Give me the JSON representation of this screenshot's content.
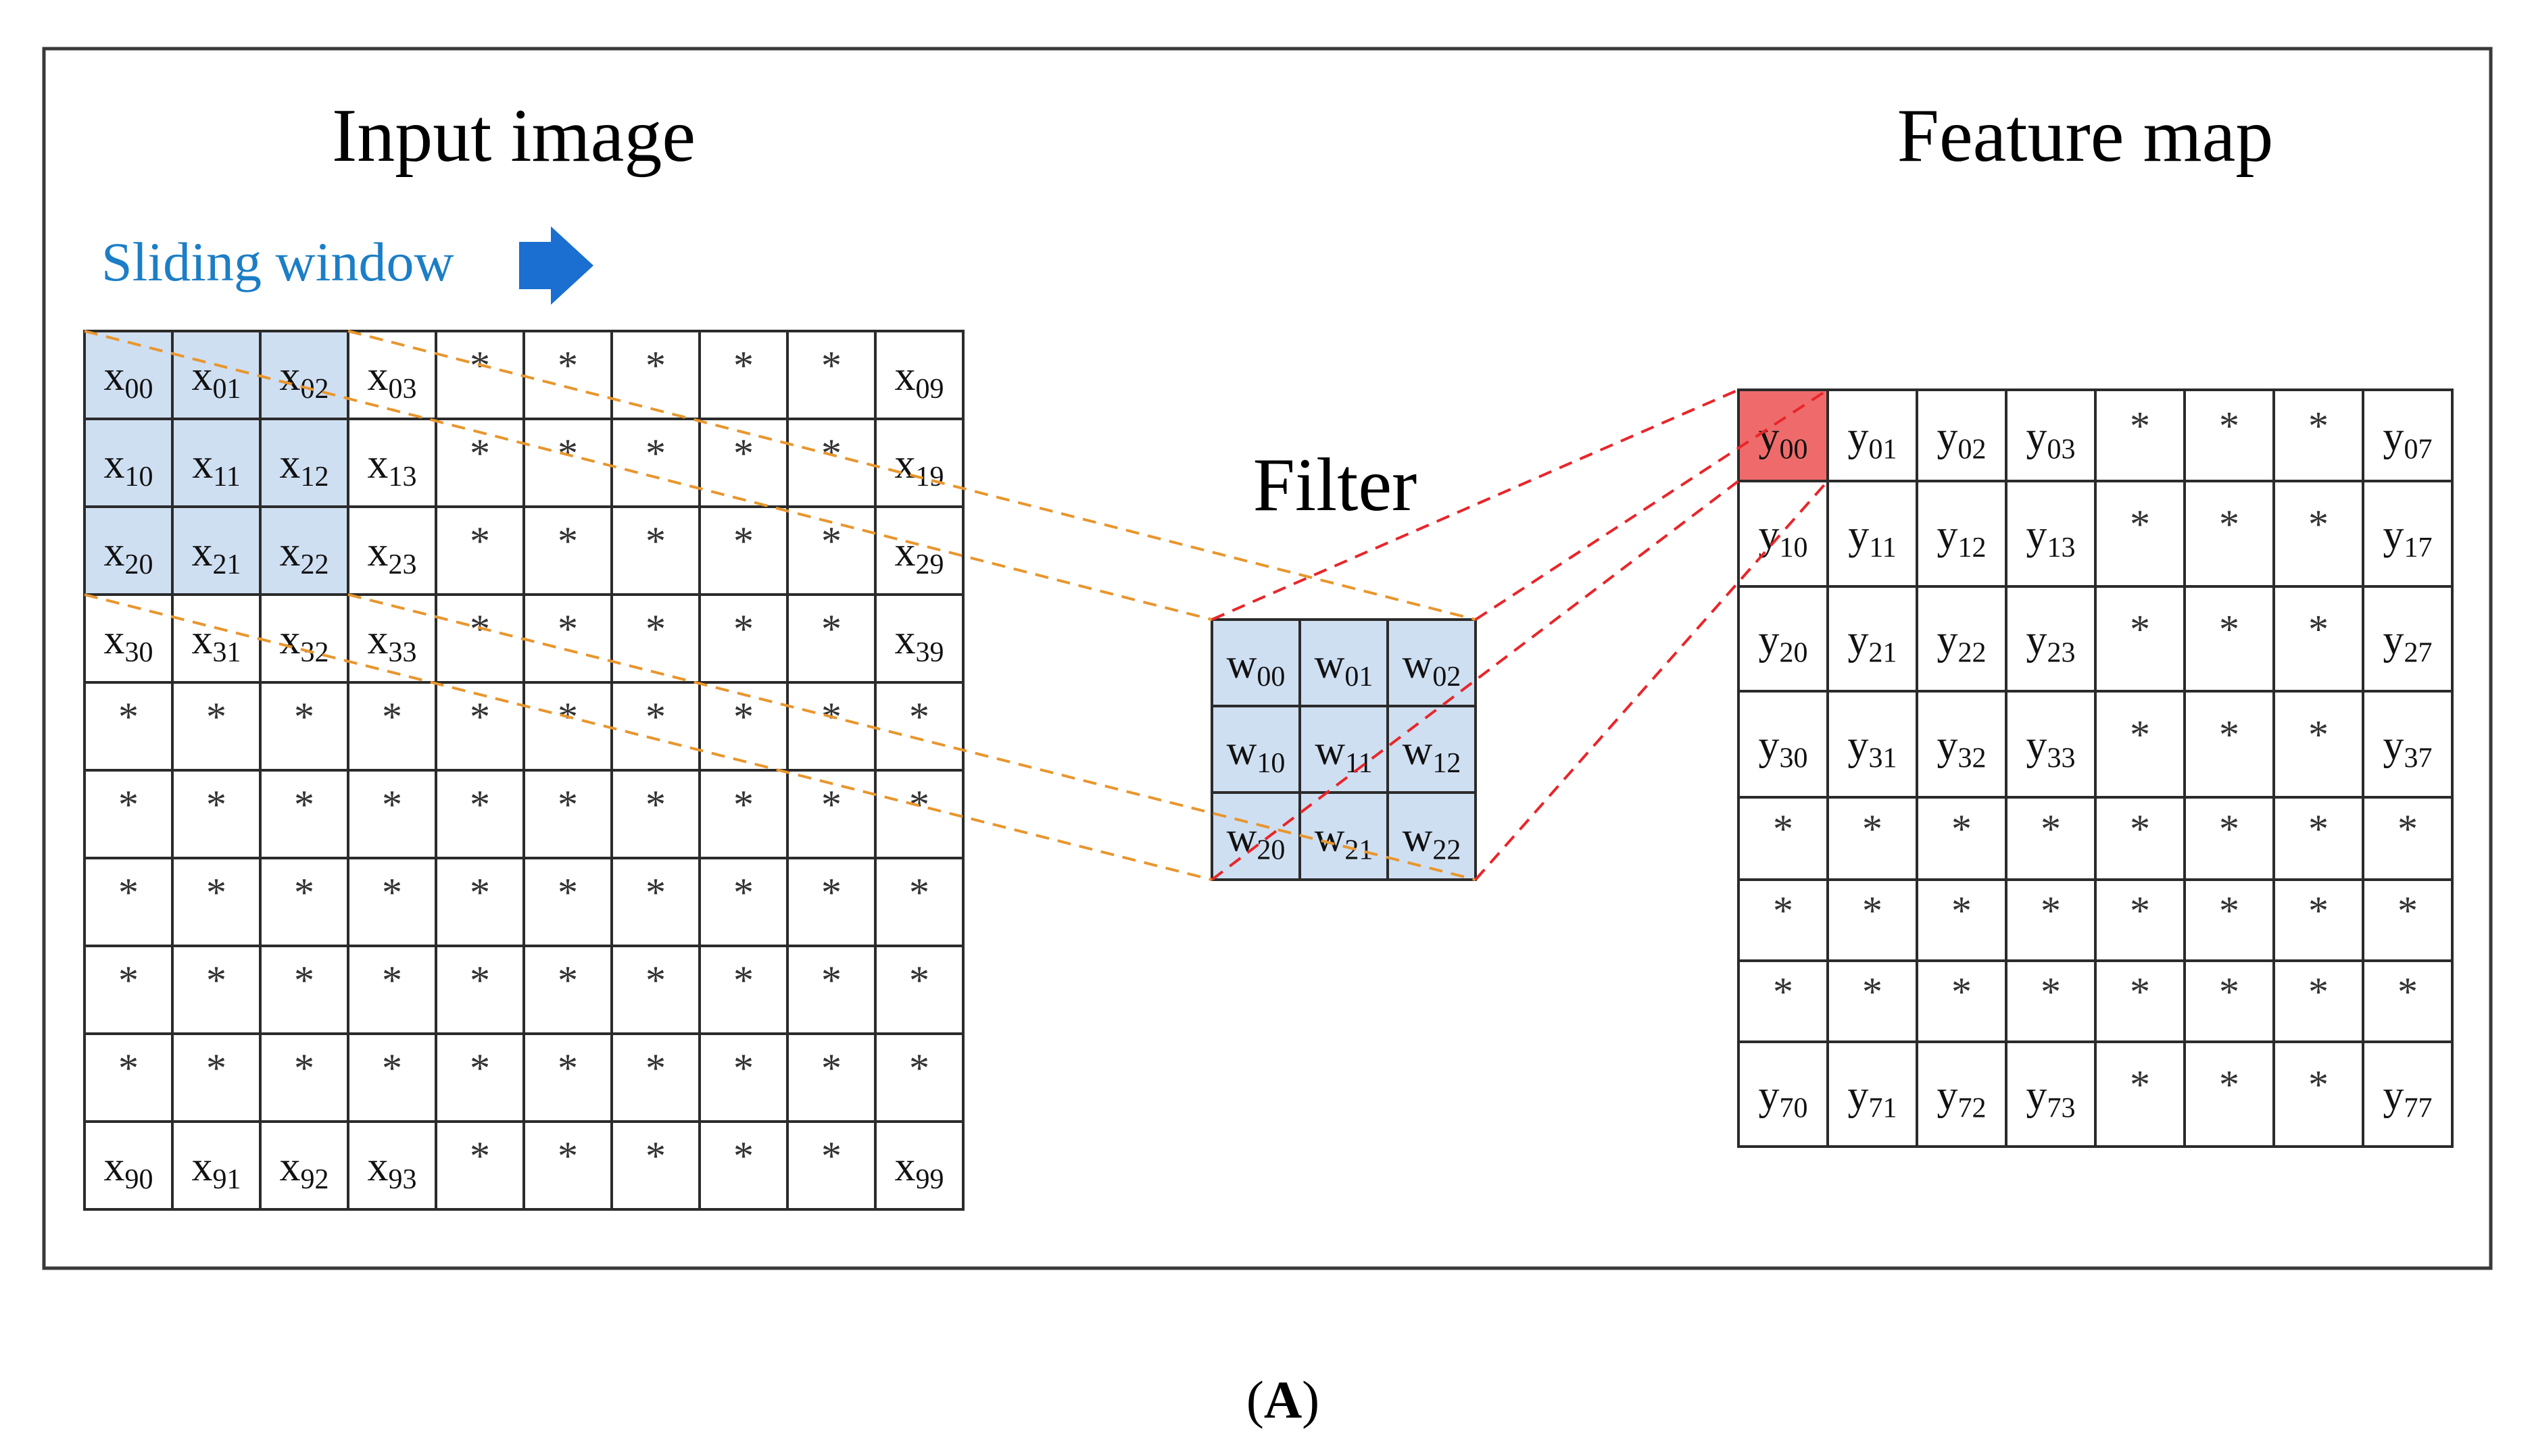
{
  "titles": {
    "input": "Input image",
    "sliding": "Sliding window",
    "filter": "Filter",
    "feature": "Feature map",
    "caption_prefix": "(",
    "caption_letter": "A",
    "caption_suffix": ")"
  },
  "colors": {
    "frame": "#3a3a3a",
    "grid_line": "#2b2b2b",
    "highlight_fill": "#cfdff2",
    "output_highlight_fill": "#ef6b6b",
    "sliding_text": "#1c7ec6",
    "arrow": "#1a6fd0",
    "orange_dashes": "#e8962e",
    "red_dashes": "#e8262a"
  },
  "input_grid": {
    "rows": 10,
    "cols": 10,
    "highlight": {
      "rows": [
        0,
        1,
        2
      ],
      "cols": [
        0,
        1,
        2
      ]
    },
    "cells": [
      [
        [
          "x",
          "00"
        ],
        [
          "x",
          "01"
        ],
        [
          "x",
          "02"
        ],
        [
          "x",
          "03"
        ],
        "*",
        "*",
        "*",
        "*",
        "*",
        [
          "x",
          "09"
        ]
      ],
      [
        [
          "x",
          "10"
        ],
        [
          "x",
          "11"
        ],
        [
          "x",
          "12"
        ],
        [
          "x",
          "13"
        ],
        "*",
        "*",
        "*",
        "*",
        "*",
        [
          "x",
          "19"
        ]
      ],
      [
        [
          "x",
          "20"
        ],
        [
          "x",
          "21"
        ],
        [
          "x",
          "22"
        ],
        [
          "x",
          "23"
        ],
        "*",
        "*",
        "*",
        "*",
        "*",
        [
          "x",
          "29"
        ]
      ],
      [
        [
          "x",
          "30"
        ],
        [
          "x",
          "31"
        ],
        [
          "x",
          "32"
        ],
        [
          "x",
          "33"
        ],
        "*",
        "*",
        "*",
        "*",
        "*",
        [
          "x",
          "39"
        ]
      ],
      [
        "*",
        "*",
        "*",
        "*",
        "*",
        "*",
        "*",
        "*",
        "*",
        "*"
      ],
      [
        "*",
        "*",
        "*",
        "*",
        "*",
        "*",
        "*",
        "*",
        "*",
        "*"
      ],
      [
        "*",
        "*",
        "*",
        "*",
        "*",
        "*",
        "*",
        "*",
        "*",
        "*"
      ],
      [
        "*",
        "*",
        "*",
        "*",
        "*",
        "*",
        "*",
        "*",
        "*",
        "*"
      ],
      [
        "*",
        "*",
        "*",
        "*",
        "*",
        "*",
        "*",
        "*",
        "*",
        "*"
      ],
      [
        [
          "x",
          "90"
        ],
        [
          "x",
          "91"
        ],
        [
          "x",
          "92"
        ],
        [
          "x",
          "93"
        ],
        "*",
        "*",
        "*",
        "*",
        "*",
        [
          "x",
          "99"
        ]
      ]
    ]
  },
  "filter_grid": {
    "rows": 3,
    "cols": 3,
    "cells": [
      [
        [
          "w",
          "00"
        ],
        [
          "w",
          "01"
        ],
        [
          "w",
          "02"
        ]
      ],
      [
        [
          "w",
          "10"
        ],
        [
          "w",
          "11"
        ],
        [
          "w",
          "12"
        ]
      ],
      [
        [
          "w",
          "20"
        ],
        [
          "w",
          "21"
        ],
        [
          "w",
          "22"
        ]
      ]
    ]
  },
  "feature_grid": {
    "rows": 8,
    "cols": 8,
    "highlight": {
      "row": 0,
      "col": 0
    },
    "cells": [
      [
        [
          "y",
          "00"
        ],
        [
          "y",
          "01"
        ],
        [
          "y",
          "02"
        ],
        [
          "y",
          "03"
        ],
        "*",
        "*",
        "*",
        [
          "y",
          "07"
        ]
      ],
      [
        [
          "y",
          "10"
        ],
        [
          "y",
          "11"
        ],
        [
          "y",
          "12"
        ],
        [
          "y",
          "13"
        ],
        "*",
        "*",
        "*",
        [
          "y",
          "17"
        ]
      ],
      [
        [
          "y",
          "20"
        ],
        [
          "y",
          "21"
        ],
        [
          "y",
          "22"
        ],
        [
          "y",
          "23"
        ],
        "*",
        "*",
        "*",
        [
          "y",
          "27"
        ]
      ],
      [
        [
          "y",
          "30"
        ],
        [
          "y",
          "31"
        ],
        [
          "y",
          "32"
        ],
        [
          "y",
          "33"
        ],
        "*",
        "*",
        "*",
        [
          "y",
          "37"
        ]
      ],
      [
        "*",
        "*",
        "*",
        "*",
        "*",
        "*",
        "*",
        "*"
      ],
      [
        "*",
        "*",
        "*",
        "*",
        "*",
        "*",
        "*",
        "*"
      ],
      [
        "*",
        "*",
        "*",
        "*",
        "*",
        "*",
        "*",
        "*"
      ],
      [
        [
          "y",
          "70"
        ],
        [
          "y",
          "71"
        ],
        [
          "y",
          "72"
        ],
        [
          "y",
          "73"
        ],
        "*",
        "*",
        "*",
        [
          "y",
          "77"
        ]
      ]
    ]
  }
}
